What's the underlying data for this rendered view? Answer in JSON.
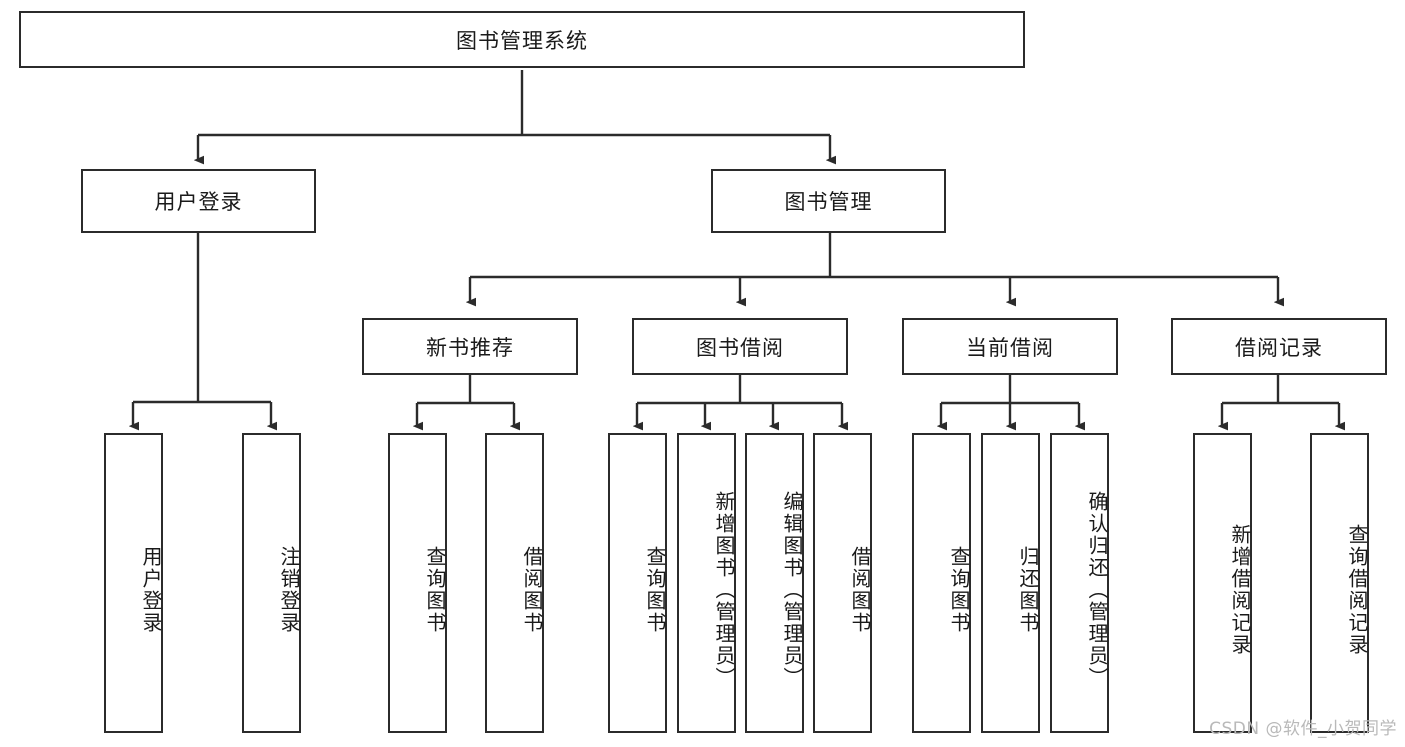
{
  "diagram": {
    "type": "tree-hierarchy",
    "title_node": {
      "label": "图书管理系统"
    },
    "level2": [
      {
        "id": "user-login",
        "label": "用户登录"
      },
      {
        "id": "book-management",
        "label": "图书管理"
      }
    ],
    "level3": [
      {
        "id": "new-book-recommend",
        "label": "新书推荐"
      },
      {
        "id": "book-borrow",
        "label": "图书借阅"
      },
      {
        "id": "current-borrow",
        "label": "当前借阅"
      },
      {
        "id": "borrow-record",
        "label": "借阅记录"
      }
    ],
    "leaves": {
      "user_login": [
        {
          "id": "leaf-user-login",
          "label": "用户登录"
        },
        {
          "id": "leaf-logout-login",
          "label": "注销登录"
        }
      ],
      "new_book_recommend": [
        {
          "id": "leaf-query-book-1",
          "label": "查询图书"
        },
        {
          "id": "leaf-borrow-book-1",
          "label": "借阅图书"
        }
      ],
      "book_borrow": [
        {
          "id": "leaf-query-book-2",
          "label": "查询图书"
        },
        {
          "id": "leaf-add-book-admin",
          "label": "新增图书（管理员）"
        },
        {
          "id": "leaf-edit-book-admin",
          "label": "编辑图书（管理员）"
        },
        {
          "id": "leaf-borrow-book-2",
          "label": "借阅图书"
        }
      ],
      "current_borrow": [
        {
          "id": "leaf-query-book-3",
          "label": "查询图书"
        },
        {
          "id": "leaf-return-book",
          "label": "归还图书"
        },
        {
          "id": "leaf-confirm-return-admin",
          "label": "确认归还（管理员）"
        }
      ],
      "borrow_record": [
        {
          "id": "leaf-add-borrow-record",
          "label": "新增借阅记录"
        },
        {
          "id": "leaf-query-borrow-record",
          "label": "查询借阅记录"
        }
      ]
    },
    "colors": {
      "stroke": "#2b2b2b",
      "fill": "#ffffff",
      "text": "#1a1a1a",
      "watermark": "#b9b9b9"
    }
  },
  "watermark": {
    "text": "CSDN @软件_小贺同学"
  }
}
